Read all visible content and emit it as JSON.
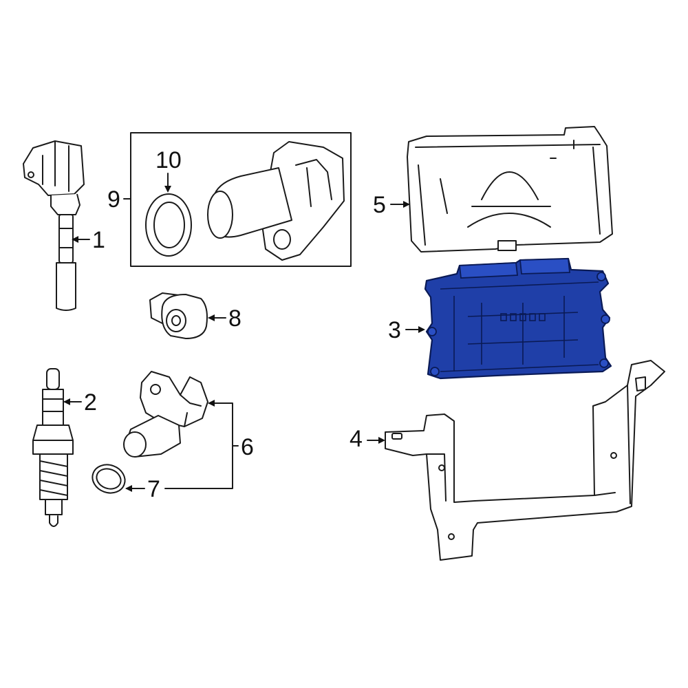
{
  "callouts": {
    "c1": "1",
    "c2": "2",
    "c3": "3",
    "c4": "4",
    "c5": "5",
    "c6": "6",
    "c7": "7",
    "c8": "8",
    "c9": "9",
    "c10": "10"
  },
  "colors": {
    "highlight": "#1f3fa8",
    "line": "#1a1a1a",
    "background": "#ffffff"
  }
}
